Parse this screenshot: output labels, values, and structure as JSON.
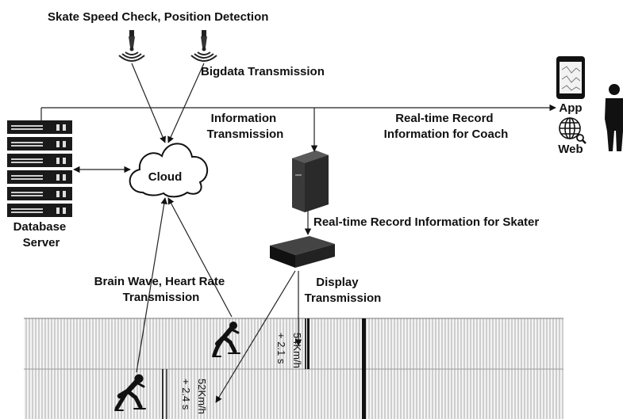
{
  "labels": {
    "sensor_title": "Skate Speed Check, Position Detection",
    "bigdata": "Bigdata Transmission",
    "info_tx_1": "Information",
    "info_tx_2": "Transmission",
    "coach_1": "Real-time Record",
    "coach_2": "Information for Coach",
    "app": "App",
    "web": "Web",
    "cloud": "Cloud",
    "db_1": "Database",
    "db_2": "Server",
    "skater_info": "Real-time Record Information for Skater",
    "brain_1": "Brain Wave, Heart Rate",
    "brain_2": "Transmission",
    "display_1": "Display",
    "display_2": "Transmission"
  },
  "track_records": [
    {
      "speed": "54Km/h",
      "gap": "+ 2.1 s"
    },
    {
      "speed": "52Km/h",
      "gap": "+ 2.4 s"
    }
  ]
}
